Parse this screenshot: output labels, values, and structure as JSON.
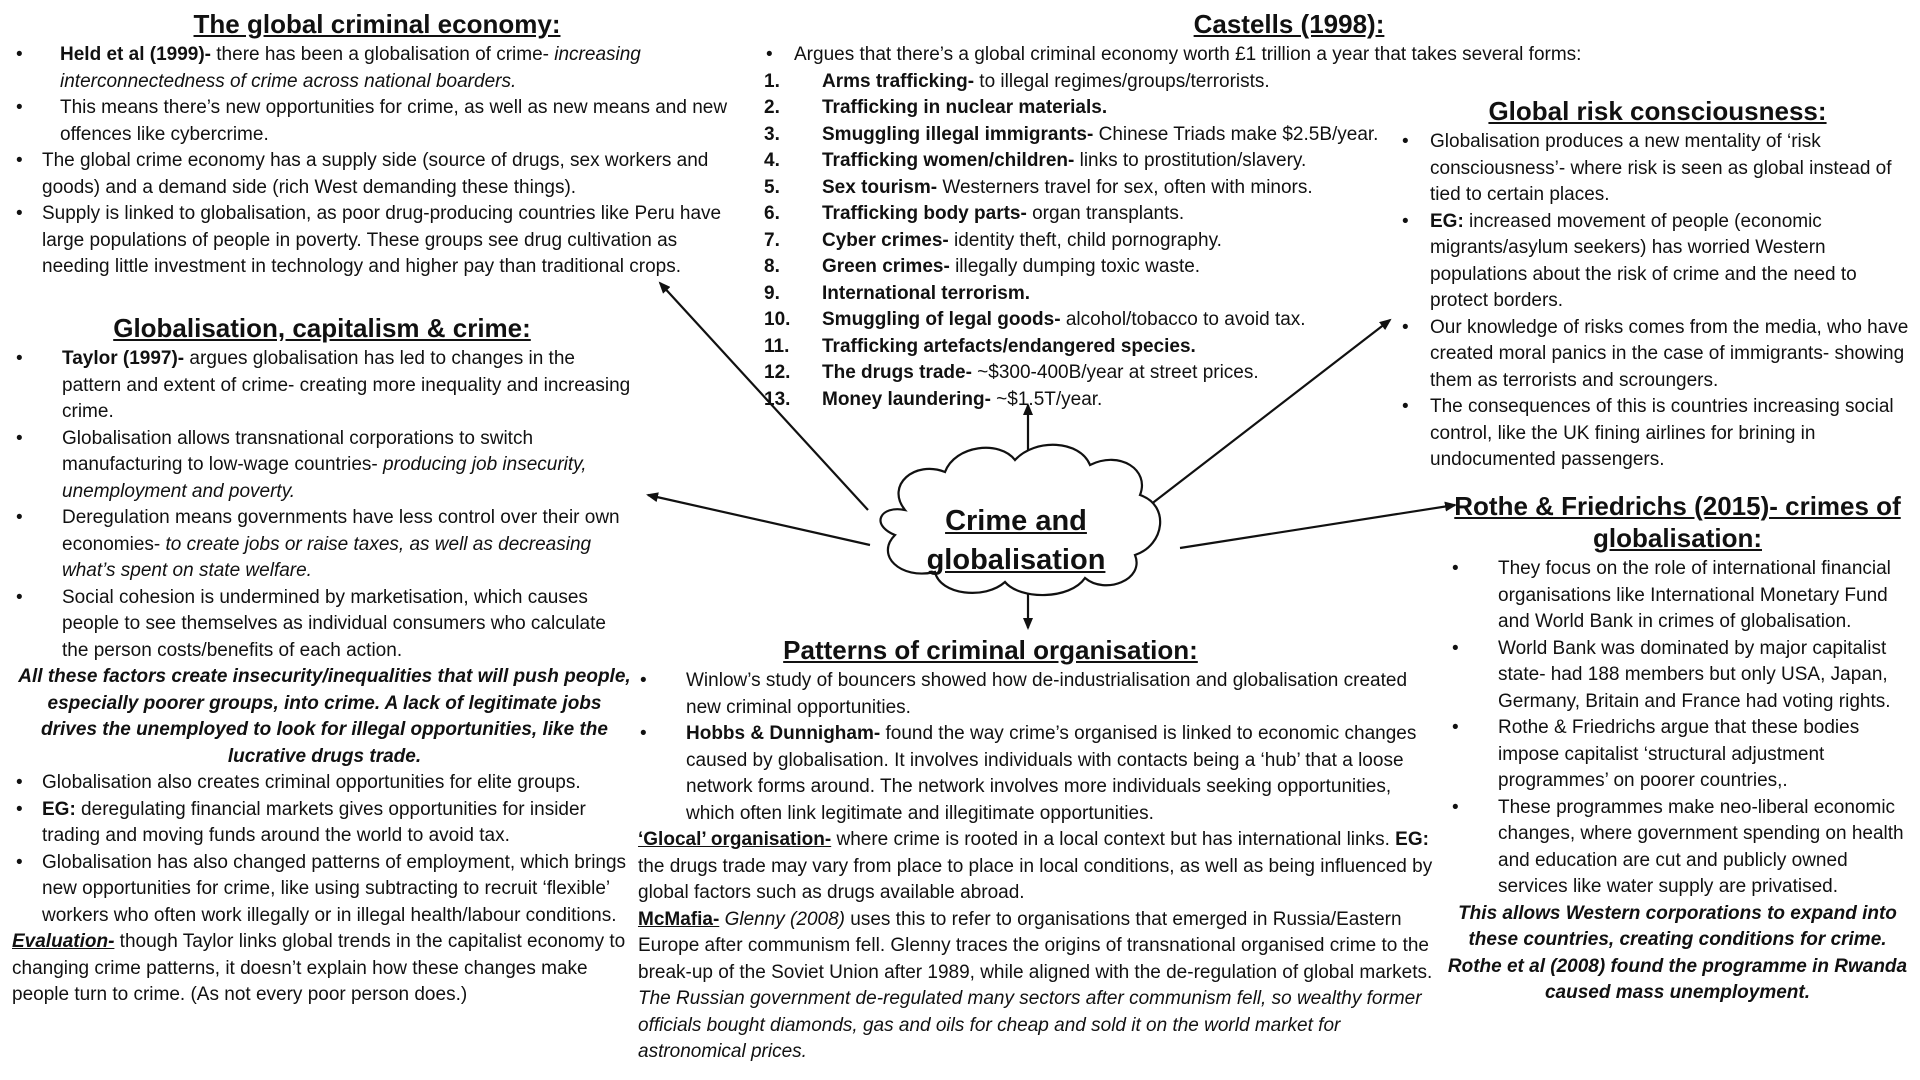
{
  "global_economy": {
    "title": "The global criminal economy:",
    "items": [
      {
        "bold": "Held et al (1999)-",
        "text": " there has been a globalisation of crime- ",
        "italic": "increasing interconnectedness of crime across national boarders."
      },
      {
        "text": "This means there’s new opportunities for crime, as well as new means and new offences like cybercrime."
      },
      {
        "text": "The global crime economy has a supply side (source of drugs, sex workers and goods) and a demand side (rich West demanding these things)."
      },
      {
        "text": "Supply is linked to globalisation, as poor drug-producing countries like Peru have large populations of people in poverty. These groups see drug cultivation as needing little investment in technology and higher pay than traditional crops."
      }
    ]
  },
  "capitalism": {
    "title": "Globalisation, capitalism & crime:",
    "items": [
      {
        "bold": "Taylor (1997)-",
        "text": " argues globalisation has led to changes in the pattern and extent of crime- creating more inequality and increasing crime."
      },
      {
        "text": "Globalisation allows transnational corporations to switch manufacturing to low-wage countries- ",
        "italic": "producing job insecurity, unemployment and poverty."
      },
      {
        "text": "Deregulation means governments have less control over their own economies- ",
        "italic": "to create jobs or raise taxes, as well as decreasing what’s spent on state welfare."
      },
      {
        "text": "Social cohesion is undermined by marketisation, which causes people to see themselves as individual consumers who calculate the person costs/benefits of each action."
      }
    ],
    "emphasis": "All these factors create insecurity/inequalities that will push people, especially poorer groups, into crime. A lack of legitimate jobs drives the unemployed to look for illegal opportunities, like the lucrative drugs trade.",
    "items2": [
      {
        "text": "Globalisation also creates criminal opportunities for elite groups."
      },
      {
        "bold": "EG:",
        "text": " deregulating financial markets gives opportunities for insider trading and moving funds around the world to avoid tax."
      },
      {
        "text": "Globalisation has also changed patterns of employment, which brings new opportunities for crime, like using subtracting to recruit ‘flexible’ workers who often work illegally or in illegal health/labour conditions."
      }
    ],
    "evaluation_label": "Evaluation-",
    "evaluation_text": " though Taylor links global trends in the capitalist economy to changing crime patterns, it doesn’t explain how these changes make people turn to crime. (As not every poor person does.)"
  },
  "castells": {
    "title": "Castells (1998):",
    "intro": "Argues that there’s a global criminal economy worth £1 trillion a year that takes several forms:",
    "forms": [
      {
        "num": "1.",
        "bold": "Arms trafficking-",
        "text": " to illegal regimes/groups/terrorists."
      },
      {
        "num": "2.",
        "bold": "Trafficking in nuclear materials.",
        "text": ""
      },
      {
        "num": "3.",
        "bold": "Smuggling illegal immigrants-",
        "text": " Chinese Triads make $2.5B/year."
      },
      {
        "num": "4.",
        "bold": "Trafficking women/children-",
        "text": " links to prostitution/slavery."
      },
      {
        "num": "5.",
        "bold": "Sex tourism-",
        "text": " Westerners travel for sex, often with minors."
      },
      {
        "num": "6.",
        "bold": "Trafficking body parts-",
        "text": " organ transplants."
      },
      {
        "num": "7.",
        "bold": "Cyber crimes-",
        "text": " identity theft, child pornography."
      },
      {
        "num": "8.",
        "bold": "Green crimes-",
        "text": " illegally dumping toxic waste."
      },
      {
        "num": "9.",
        "bold": "International terrorism.",
        "text": ""
      },
      {
        "num": "10.",
        "bold": "Smuggling of legal goods-",
        "text": " alcohol/tobacco to avoid tax."
      },
      {
        "num": "11.",
        "bold": "Trafficking artefacts/endangered species.",
        "text": ""
      },
      {
        "num": "12.",
        "bold": "The drugs trade-",
        "text": " ~$300-400B/year at street prices."
      },
      {
        "num": "13.",
        "bold": "Money laundering-",
        "text": " ~$1.5T/year."
      }
    ]
  },
  "risk": {
    "title": "Global risk consciousness:",
    "items": [
      {
        "text": "Globalisation produces a new mentality of ‘risk consciousness’- where risk is seen as global instead of tied to certain places."
      },
      {
        "bold": "EG:",
        "text": " increased movement of people (economic migrants/asylum seekers) has worried Western populations about the risk of crime and the need to protect borders."
      },
      {
        "text": "Our knowledge of risks comes from the media, who have created moral panics in the case of immigrants- showing them as terrorists and scroungers."
      },
      {
        "text": "The consequences of this is countries increasing social control, like the UK fining airlines for brining in undocumented passengers."
      }
    ]
  },
  "center": {
    "line1": "Crime and",
    "line2": "globalisation"
  },
  "patterns": {
    "title": "Patterns of criminal organisation:",
    "items": [
      {
        "text": "Winlow’s study of bouncers showed how de-industrialisation and globalisation created new criminal opportunities."
      },
      {
        "bold": "Hobbs & Dunnigham-",
        "text": " found the way crime’s organised is linked to economic changes caused by globalisation. It involves individuals with contacts being a ‘hub’ that a loose network forms around. The network involves more individuals seeking opportunities, which often link legitimate and illegitimate opportunities."
      }
    ],
    "glocal_label": "‘Glocal’ organisation-",
    "glocal_text": " where crime is rooted in a local context but has international links. ",
    "glocal_eg": "EG:",
    "glocal_eg_text": " the drugs trade may vary from place to place in local conditions, as well as being influenced by global factors such as drugs available abroad.",
    "mcmafia_label": "McMafia-",
    "mcmafia_italic": " Glenny (2008)",
    "mcmafia_text": " uses this to refer to organisations that emerged in Russia/Eastern Europe after communism fell. Glenny traces the origins of transnational organised crime to the break-up of the Soviet Union after 1989, while aligned with the de-regulation of global markets. ",
    "mcmafia_italic2": "The Russian government de-regulated many sectors after communism fell, so wealthy former officials bought diamonds, gas and oils for cheap and sold it on the world market for astronomical prices."
  },
  "rothe": {
    "title": "Rothe & Friedrichs (2015)- crimes of globalisation:",
    "items": [
      {
        "text": "They focus on the role of international financial organisations like International Monetary Fund and World Bank in crimes of globalisation."
      },
      {
        "text": "World Bank was dominated by major capitalist state- had 188 members but only USA, Japan, Germany, Britain and France had voting rights."
      },
      {
        "text": "Rothe & Friedrichs argue that these bodies impose capitalist ‘structural adjustment programmes’ on poorer countries,."
      },
      {
        "text": "These programmes make neo-liberal economic changes, where government spending on health and education are cut and publicly owned services like water supply are privatised."
      }
    ],
    "emphasis": "This allows Western corporations to expand into these countries, creating conditions for crime. Rothe et al (2008) found the programme in Rwanda caused mass unemployment."
  }
}
